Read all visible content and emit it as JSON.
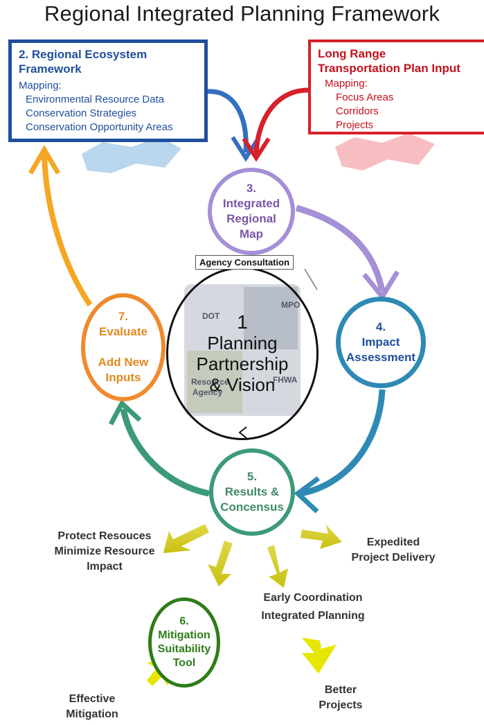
{
  "title": "Regional Integrated Planning Framework",
  "box_ecosystem": {
    "title_line1": "2. Regional Ecosystem",
    "title_line2": "Framework",
    "lines": [
      "Mapping:",
      "Environmental Resource Data",
      "Conservation Strategies",
      "Conservation Opportunity Areas"
    ]
  },
  "box_lrtp": {
    "title_line1": "Long Range",
    "title_line2": "Transportation Plan Input",
    "lines": [
      "Mapping:",
      "Focus Areas",
      "Corridors",
      "Projects"
    ]
  },
  "node1": {
    "num": "1",
    "lines": [
      "Planning",
      "Partnership",
      "& Vision"
    ]
  },
  "node1_puzzle_labels": [
    "DOT",
    "MPO",
    "Resource",
    "Agency",
    "FHWA"
  ],
  "agency_consultation": "Agency Consultation",
  "node3": {
    "lines": [
      "3.",
      "Integrated",
      "Regional",
      "Map"
    ]
  },
  "node4": {
    "lines": [
      "4.",
      "Impact",
      "Assessment"
    ]
  },
  "node5": {
    "lines": [
      "5.",
      "Results &",
      "Concensus"
    ]
  },
  "node6": {
    "lines": [
      "6.",
      "Mitigation",
      "Suitability",
      "Tool"
    ]
  },
  "node7": {
    "lines": [
      "7.",
      "Evaluate",
      "",
      "Add New",
      "Inputs"
    ]
  },
  "outcomes": {
    "protect": [
      "Protect Resouces",
      "Minimize Resource",
      "Impact"
    ],
    "expedited": [
      "Expedited",
      "Project Delivery"
    ],
    "early": [
      "Early Coordination",
      "Integrated Planning"
    ],
    "better": [
      "Better",
      "Projects"
    ],
    "effective": [
      "Effective",
      "Mitigation"
    ]
  },
  "colors": {
    "blue": "#1f4e9c",
    "red": "#d6202a",
    "purple": "#a58fd6",
    "teal": "#2e8ab5",
    "green": "#3d9a78",
    "orange": "#f08a2c",
    "dark_green": "#2e7d18",
    "yellow": "#d8d020",
    "bright_yellow": "#e6e600"
  }
}
